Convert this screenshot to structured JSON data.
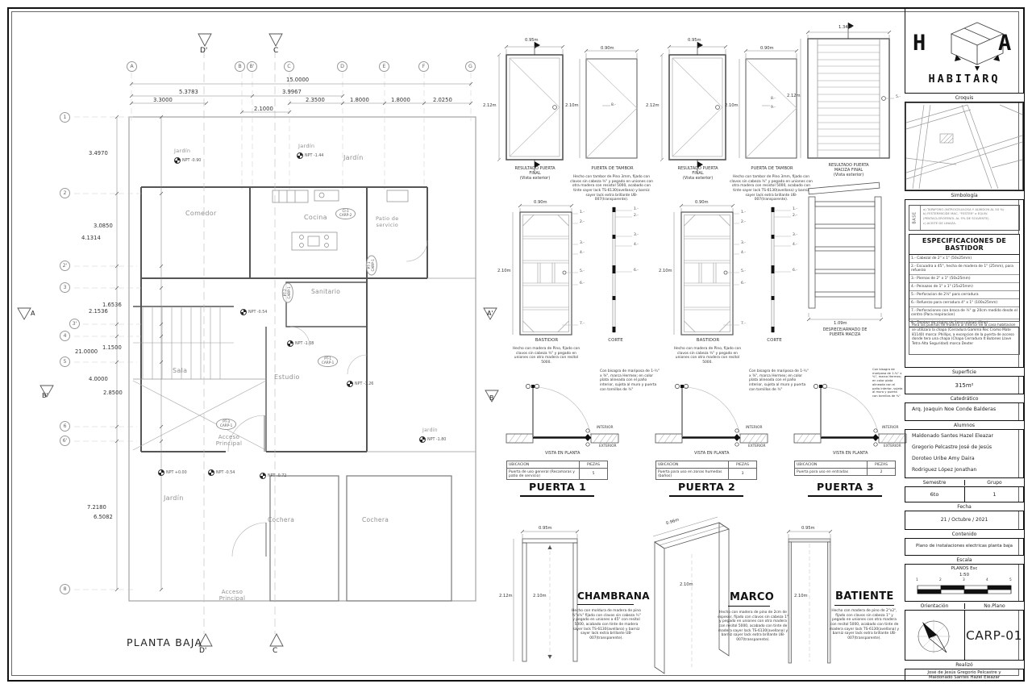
{
  "plan": {
    "title": "PLANTA BAJA",
    "cols": [
      "A",
      "B",
      "B'",
      "C",
      "D",
      "E",
      "F",
      "G"
    ],
    "rows": [
      "1",
      "2",
      "2'",
      "3",
      "3'",
      "4",
      "5",
      "6",
      "6'",
      "8"
    ],
    "dim_top_total": "15.0000",
    "dim_top": [
      "5.3783",
      "3.9967",
      "3.3000",
      "2.3500",
      "1.8000",
      "1.8000",
      "2.0250",
      "2.1000"
    ],
    "dim_left": [
      "3.4970",
      "3.0850",
      "4.1314",
      "1.6536",
      "2.1536",
      "21.0000",
      "1.1500",
      "4.0000",
      "2.8500",
      "7.2180",
      "6.5082"
    ],
    "marker_dp": "D'",
    "marker_c": "C",
    "marker_a": "A",
    "marker_a2": "A'",
    "marker_b": "B",
    "marker_b2": "B'",
    "rooms": {
      "jardin": "Jardín",
      "comedor": "Comedor",
      "cocina": "Cocina",
      "patio": "Patio de\nservicio",
      "sanitario": "Sanitario",
      "sala": "Sala",
      "estudio": "Estudio",
      "cochera": "Cochera",
      "acceso": "Acceso\nPrincipal"
    },
    "npt": {
      "n090": "NPT -0.90",
      "n144": "NPT -1.44",
      "n054": "NPT -0.54",
      "n108": "NPT -1.08",
      "n126": "NPT -1.26",
      "n180": "NPT -1.80",
      "p000": "NPT +0.00",
      "n072": "NPT -0.72"
    },
    "tags": {
      "ci1": "CI-1\nCARP-2",
      "pt1": "PT-1\nCARP-1",
      "pt2": "PT-2\nCARP-1",
      "pt3": "PT-3\nCARP-1"
    }
  },
  "doors": {
    "result_label": "RESULTADO PUERTA\nFINAL\n(Vista exterior)",
    "maciza_label": "RESULTADO PUERTA\nMACIZA FINAL\n(Vista exterior)",
    "tambor_label": "PUERTA DE TAMBOR",
    "tambor_desc": "Hecho con tambor de Pino 3mm, fijado con clavos sin cabeza ¾\" y pegado en uniones con otra madera con resistol 5000, acabado con tinte sayer lack TS-6130(avellana) y barniz sayer lack extra brillante UB-007(transparente).",
    "despiece_label": "DESPIECE/ARMADO DE\nPUERTA MACIZA",
    "bastidor_label": "BASTIDOR",
    "corte_label": "CORTE",
    "bastidor_desc": "Hecho con madera de Pino, fijado con clavos sin cabeza ¾\" y pegado en uniones con otra madera con resitol 5000.",
    "hinge_note": "Con bisagra de mariposa de 1-¾\" x ⅜\", marca Hermex; en color plata alineada con el paño interior, sujeta al muro y puerta con tornillos de ¾\"",
    "vista_label": "VISTA EN PLANTA",
    "interior": "INTERIOR",
    "exterior": "EXTERIOR",
    "table_h1": "UBICACION",
    "table_h2": "PIEZAS",
    "w095": "0.95m",
    "w090": "0.90m",
    "w134": "1.34m",
    "w109": "1.09m",
    "w096": "0.96m",
    "h212": "2.12m",
    "h210": "2.10m",
    "callouts": [
      "1.-",
      "2.-",
      "3.-",
      "4.-",
      "5.-",
      "6.-",
      "7.-"
    ],
    "callout8": "8.-",
    "callout9": "9.-",
    "callout5": "5.-",
    "p1": {
      "title": "PUERTA 1",
      "ubicacion": "Puerta de uso general (Recamaras y patio de servicio)",
      "piezas": "5"
    },
    "p2": {
      "title": "PUERTA 2",
      "ubicacion": "Puerta para uso en zonas humedas (baños)",
      "piezas": "3"
    },
    "p3": {
      "title": "PUERTA 3",
      "ubicacion": "Puerta para uso en entradas",
      "piezas": "2"
    },
    "chambrana": {
      "title": "CHAMBRANA",
      "desc": "Hecho con moldura de madera de pino ½\"x¾\" fijado con clavos sin cabeza ¾\" y pegado en uniones a 45° con resitol 5000, acabado con tinte de madera sayer lack TS-6130(avellana) y barniz sayer lack extra brillante UB-007(transparente)."
    },
    "marco": {
      "title": "MARCO",
      "desc": "Hecho con madera de pino de 2cm de espesor, fijado con clavos sin cabeza 1\" y pegado en uniones con otra madera con resitol 5000, acabado con tinte de madera sayer lack TS-6130(avellana) y barniz sayer lack extra brillante UB-007(transparente)."
    },
    "batiente": {
      "title": "BATIENTE",
      "desc": "Hecho con madera de pino de 2\"x2\", fijado con clavos sin cabeza 1\" y pegado en uniones con otra madera con resitol 5000, acabado con tinte de madera sayer lack TS-6130(avellana) y barniz sayer lack extra brillante UB-007(transparente)."
    }
  },
  "titleblock": {
    "brand": "HABITARQ",
    "logo_h": "H",
    "logo_a": "A",
    "croquis": "Croquis",
    "simbologia": "Simbología",
    "base_label": "BASE",
    "base_items": [
      "a)  TAPAPORO (NITROCELULOSA Y ALMIDON AL 50 %)",
      "b)  FESTERMICIDE MAC. \"FESTER\" o EQUIV. (PENTACLOROFENOL AL 5% DE SOLVENTE).",
      "c)  ACEITE DE LINAZA."
    ],
    "espec_title": "ESPECIFICACIONES DE BASTIDOR",
    "espec_items": [
      "1.-  Cabezal de 2\" x 1\" (50x25mm)",
      "2.-  Escuadra a 45°, hecha de madera de 1\" (25mm), para refuerzo",
      "3.-  Piernas de 2\" x 1\" (50x25mm)",
      "4.-  Peinazos de 1\" x 1\" (25x25mm)",
      "5.-  Perforacion de 2¼\" para cerradura",
      "6.-  Refuerzo para cerradura 4\" x 1\" (100x25mm)",
      "7.-  Perforaciones con broca de ¼\" @ 20cm medido desde el centro (Para respiracion)",
      "8.-  Tambor de triplay de 1era calidad (Pino)"
    ],
    "nota": "Para las puertas de madera al interior de la casa habitacion se utilizara la chapa (Cerradura Gamma Rec Cromo Mate 81140) marca: Phillips, a excepcion de la puerta de acceso donde tera una chapa (Chapa Cerradura It Butones Llave Tetra Alta Seguridad) marca Dexter",
    "superficie_label": "Superficie",
    "superficie": "315m²",
    "catedratico_label": "Catedrático",
    "catedratico": "Arq. Joaquin Noe Conde Balderas",
    "alumnos_label": "Alumnos",
    "alumnos": [
      "Maldonado Santes Hazel Eleazar",
      "Gregorio Pelcastre José de Jesús",
      "Doroteo Uribe Amy Daira",
      "Rodriguez López Jonathan"
    ],
    "semestre_label": "Semestre",
    "semestre": "6to",
    "grupo_label": "Grupo",
    "grupo": "1",
    "fecha_label": "Fecha",
    "fecha": "21 / Octubre / 2021",
    "contenido_label": "Contenido",
    "contenido": "Plano de instalaciones electricas planta baja",
    "escala_label": "Escala",
    "escala_line1": "PLANOS Esc",
    "escala_line2": "1:50",
    "scale_ticks": [
      "1",
      "2",
      "3",
      "4",
      "5"
    ],
    "orientacion_label": "Orientación",
    "noplano_label": "No.Plano",
    "plano_num": "CARP-01",
    "realizo_label": "Realizó",
    "realizo": "José de Jesús Gregorio Pelcastre y\nMaldonado Santes Hazel Eleazar"
  }
}
